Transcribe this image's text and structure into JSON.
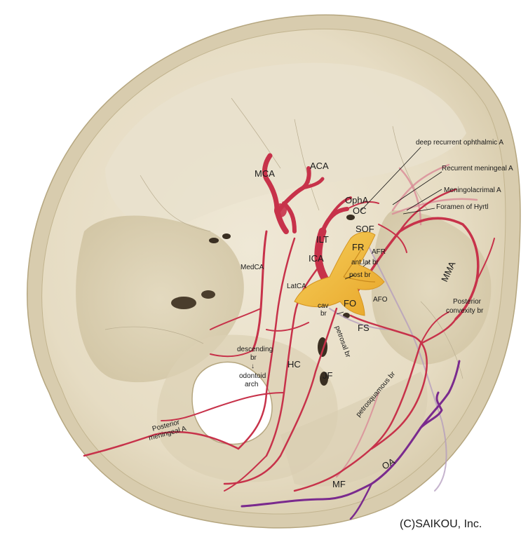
{
  "labels": {
    "mca": "MCA",
    "aca": "ACA",
    "opha": "OphA",
    "oc": "OC",
    "sof": "SOF",
    "ilt": "ILT",
    "fr": "FR",
    "afr": "AFR",
    "ant_lat_br": "ant.lat br",
    "post_br": "post br",
    "ica": "ICA",
    "medca": "MedCA",
    "latca": "LatCA",
    "mma": "MMA",
    "fo": "FO",
    "afo": "AFO",
    "cav": "cav",
    "br": "br",
    "fs": "FS",
    "posterior_convexity_1": "Posterior",
    "posterior_convexity_2": "convexity  br",
    "petrosal_br": "petrosal br",
    "descending_1": "descending",
    "descending_2": "br",
    "descending_arrow": "↓",
    "descending_3": "odontoid",
    "descending_4": "arch",
    "hc": "HC",
    "jf": "JF",
    "petrosquamous_br": "petrosquamous br",
    "posterior_meningeal_1": "Posterior",
    "posterior_meningeal_2": "meningeal A",
    "oa": "OA",
    "mf": "MF",
    "deep_recurrent": "deep recurrent ophthalmic A",
    "recurrent_meningeal": "Recurrent meningeal A",
    "meningolacrimal": "Meningolacrimal A",
    "foramen_hyrtl": "Foramen of Hyrtl"
  },
  "copyright": "(C)SAIKOU, Inc.",
  "colors": {
    "bone": "#e8e0cc",
    "bone_shadow": "#d2c6a8",
    "artery": "#c7324a",
    "nerve": "#f0b93a",
    "occipital_artery": "#7a2a8e",
    "vein": "#b39bbd"
  }
}
